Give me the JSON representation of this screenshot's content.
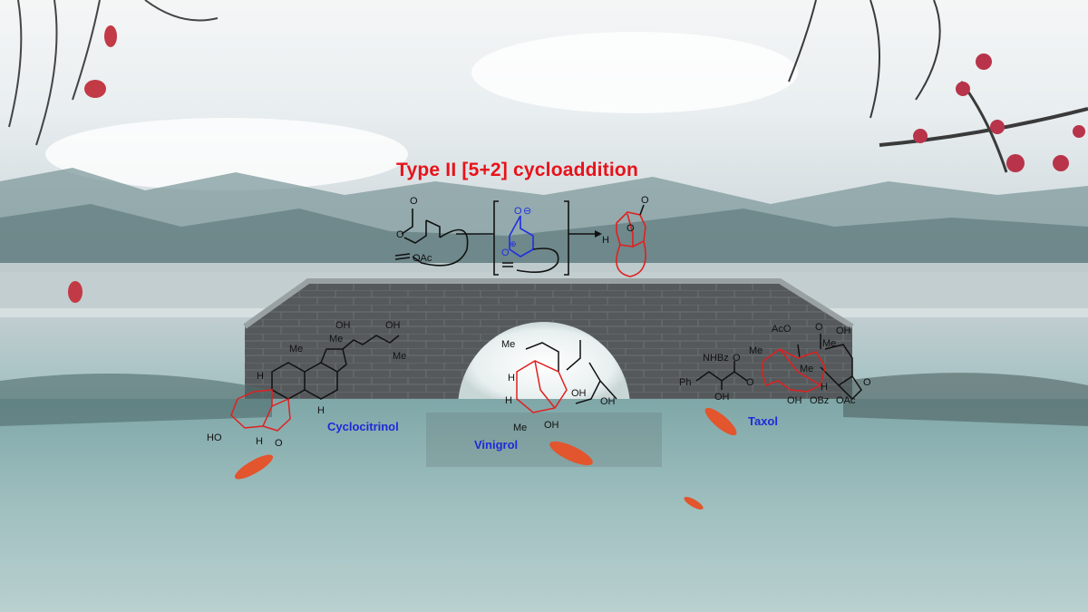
{
  "scheme": {
    "title": "Type II [5+2] cycloaddition",
    "substrate": {
      "carbonyl": "O",
      "ring_oxygen": "O",
      "acetate": "OAc"
    },
    "intermediate": {
      "oxide": "O",
      "oxide_charge": "⊖",
      "oxonium": "O",
      "oxonium_charge": "⊕"
    },
    "product": {
      "carbonyl": "O",
      "bridge_oxygen": "O",
      "hydrogen": "H"
    }
  },
  "molecules": [
    {
      "name": "Cyclocitrinol",
      "atoms": [
        "OH",
        "Me",
        "Me",
        "OH",
        "H",
        "Me",
        "H",
        "HO",
        "H",
        "O"
      ]
    },
    {
      "name": "Vinigrol",
      "atoms": [
        "Me",
        "H",
        "H",
        "OH",
        "OH",
        "Me",
        "OH"
      ]
    },
    {
      "name": "Taxol",
      "atoms": [
        "AcO",
        "O",
        "OH",
        "Me",
        "NHBz",
        "O",
        "Me",
        "Me",
        "Ph",
        "O",
        "OH",
        "H",
        "O",
        "OH",
        "OBz",
        "OAc"
      ]
    }
  ],
  "colors": {
    "title": "#e8121a",
    "label": "#1d2bd8",
    "highlight": "#e02020",
    "intermediate": "#1f2fe0"
  }
}
